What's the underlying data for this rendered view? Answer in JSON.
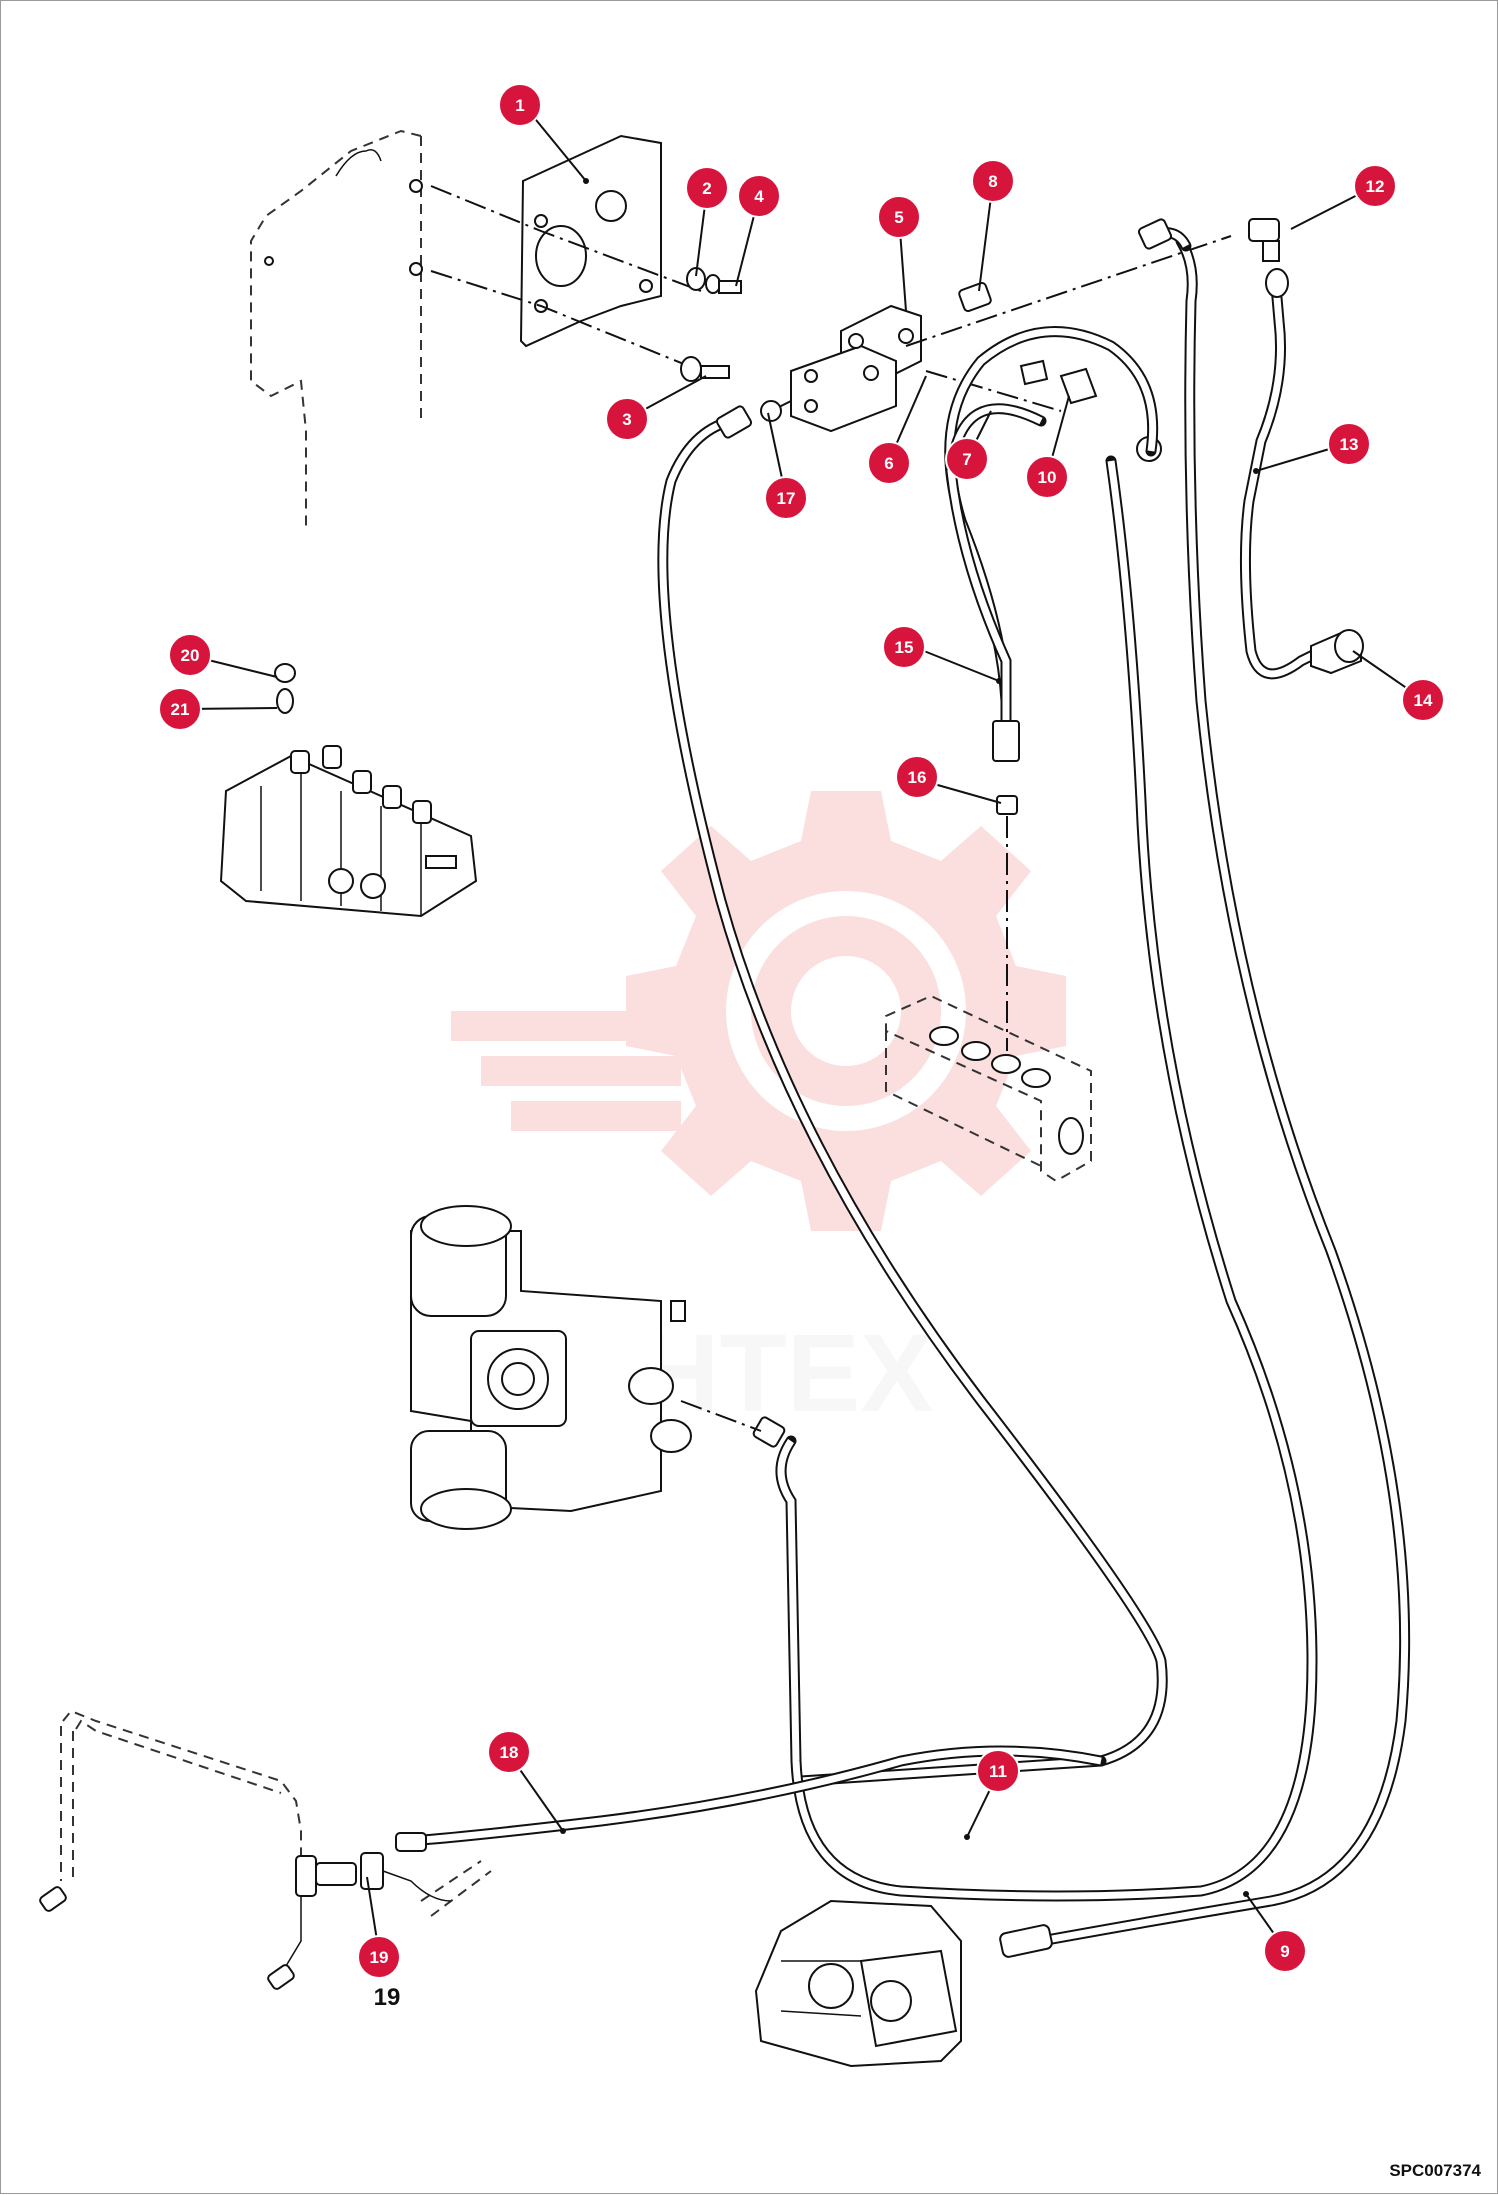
{
  "drawing_code": "SPC007374",
  "watermark_text": "ИНТЕХ",
  "accent_color": "#d7153c",
  "callouts": [
    {
      "number": "1"
    },
    {
      "number": "2"
    },
    {
      "number": "3"
    },
    {
      "number": "4"
    },
    {
      "number": "5"
    },
    {
      "number": "6"
    },
    {
      "number": "7"
    },
    {
      "number": "8"
    },
    {
      "number": "9"
    },
    {
      "number": "10"
    },
    {
      "number": "11"
    },
    {
      "number": "12"
    },
    {
      "number": "13"
    },
    {
      "number": "14"
    },
    {
      "number": "15"
    },
    {
      "number": "16"
    },
    {
      "number": "17"
    },
    {
      "number": "18"
    },
    {
      "number": "19"
    },
    {
      "number": "20"
    },
    {
      "number": "21"
    }
  ],
  "printed_label_19": "19"
}
